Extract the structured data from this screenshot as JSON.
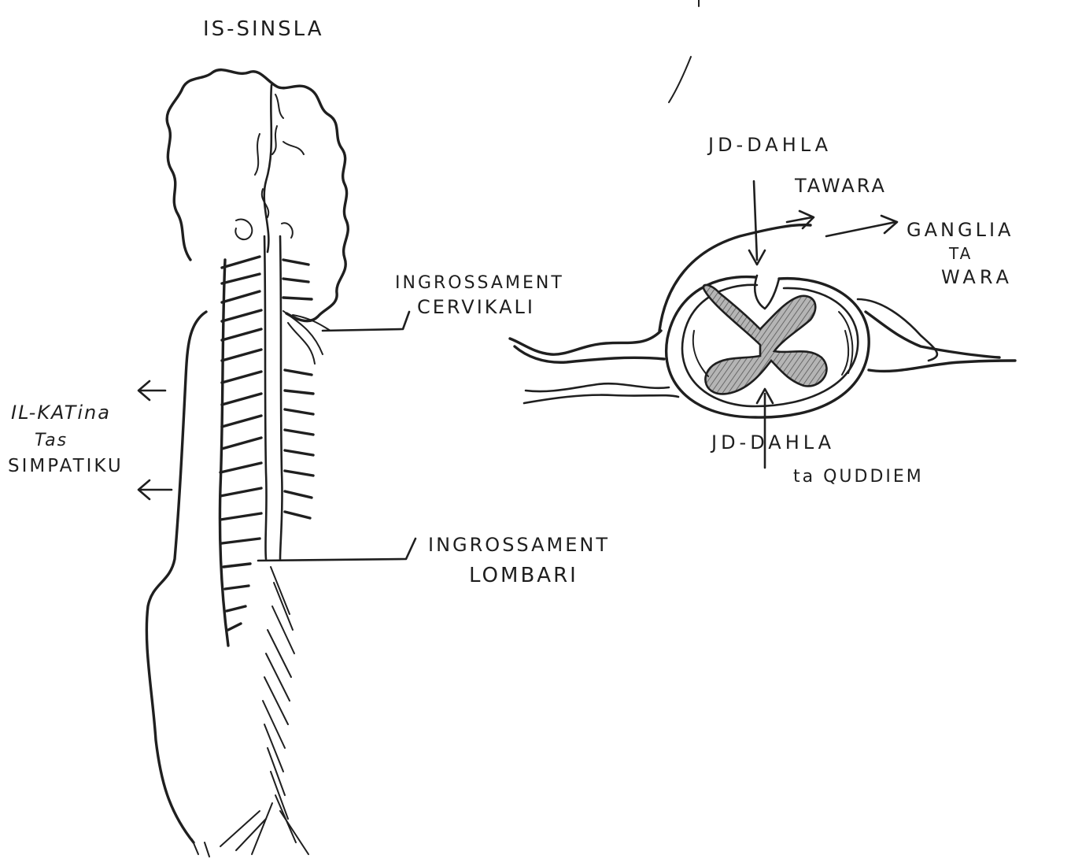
{
  "labels": {
    "brain": "IS-SINSLA",
    "cervical_1": "INGROSSAMENT",
    "cervical_2": "CERVIKALI",
    "lumbar_1": "INGROSSAMENT",
    "lumbar_2": "LOMBARI",
    "sympathetic_1": "IL-KATina",
    "sympathetic_2": "Tas",
    "sympathetic_3": "SIMPATIKU",
    "dorsal_root_1": "JD-DAHLA",
    "dorsal_root_2": "TAWARA",
    "ganglia_1": "GANGLIA",
    "ganglia_2": "TA",
    "ganglia_3": "WARA",
    "ventral_root_1": "JD-DAHLA",
    "ventral_root_2": "ta QUDDIEM"
  },
  "colors": {
    "ink": "#1f1f1f",
    "paper": "#ffffff",
    "shade": "#8c8c8c"
  }
}
